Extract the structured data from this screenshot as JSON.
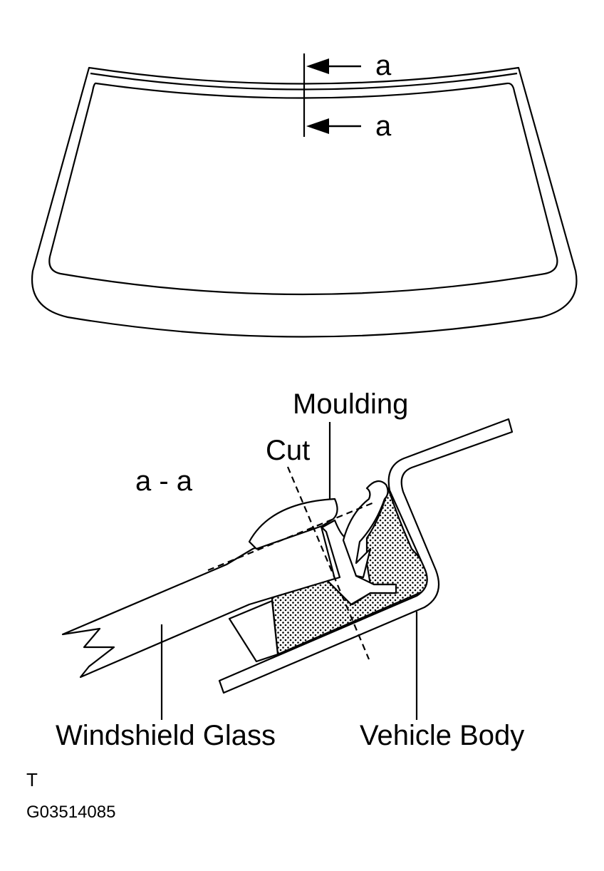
{
  "labels": {
    "section_top": "a",
    "section_bottom": "a",
    "section_view": "a - a",
    "moulding": "Moulding",
    "cut": "Cut",
    "windshield_glass": "Windshield Glass",
    "vehicle_body": "Vehicle Body"
  },
  "footer": {
    "mark": "T",
    "code": "G03514085"
  }
}
